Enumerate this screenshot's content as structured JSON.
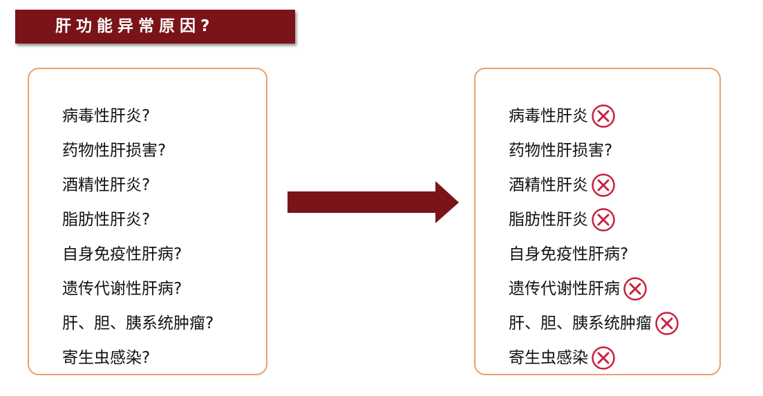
{
  "title": "肝功能异常原因?",
  "left_items": [
    "病毒性肝炎?",
    "药物性肝损害?",
    "酒精性肝炎?",
    "脂肪性肝炎?",
    "自身免疫性肝病?",
    "遗传代谢性肝病?",
    "肝、胆、胰系统肿瘤?",
    "寄生虫感染?"
  ],
  "right_items": [
    {
      "text": "病毒性肝炎",
      "excluded": true
    },
    {
      "text": "药物性肝损害?",
      "excluded": false
    },
    {
      "text": "酒精性肝炎",
      "excluded": true
    },
    {
      "text": "脂肪性肝炎",
      "excluded": true
    },
    {
      "text": "自身免疫性肝病?",
      "excluded": false
    },
    {
      "text": "遗传代谢性肝病",
      "excluded": true
    },
    {
      "text": "肝、胆、胰系统肿瘤",
      "excluded": true
    },
    {
      "text": "寄生虫感染",
      "excluded": true
    }
  ],
  "colors": {
    "title_bg": "#7a1418",
    "box_border": "#e8a070",
    "x_mark": "#c8203c"
  }
}
